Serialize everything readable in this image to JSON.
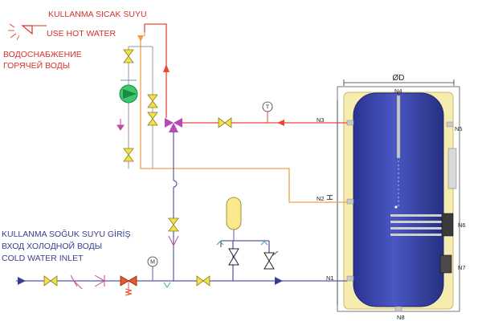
{
  "hot_water": {
    "line1": "KULLANMA SICAK SUYU",
    "line2": "USE HOT WATER",
    "line3": "ВОДОСНАБЖЕНИЕ",
    "line4": "ГОРЯЧЕЙ ВОДЫ"
  },
  "cold_water": {
    "line1": "KULLANMA SOĞUK SUYU GİRİŞ",
    "line2": "ВХОД ХОЛОДНОЙ ВОДЫ",
    "line3": "COLD WATER INLET"
  },
  "tank": {
    "diameter_label": "ØD",
    "height_label": "H",
    "nodes": {
      "n1": "N1",
      "n2": "N2",
      "n3": "N3",
      "n4": "N4",
      "n5": "N5",
      "n6": "N6",
      "n7": "N7",
      "n8": "N8"
    }
  },
  "gauges": {
    "thermometer": "T",
    "manometer": "M"
  },
  "colors": {
    "hot_line": "#e8473a",
    "return_line": "#f0a04a",
    "cold_line": "#5a5aa8",
    "tank_body": "#3a44a8",
    "jacket": "#f6ecb0",
    "valve": "#f2e24a"
  }
}
